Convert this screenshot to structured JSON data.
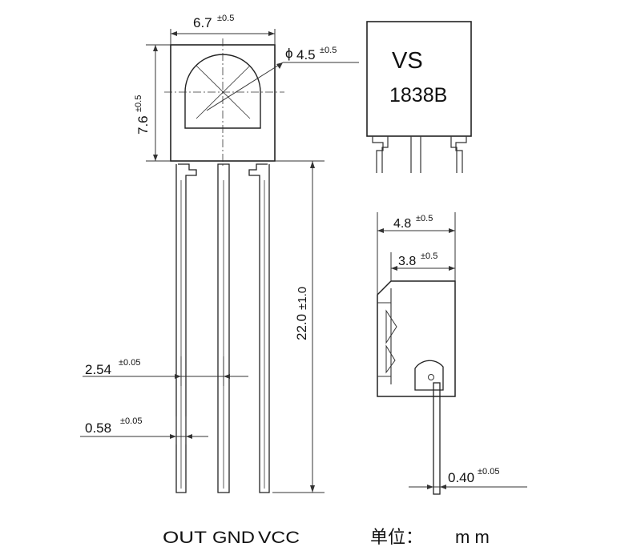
{
  "dimensions": {
    "width_label": "6.7",
    "width_tol": "±0.5",
    "height_label": "7.6",
    "height_tol": "±0.5",
    "lens_symbol": "ϕ",
    "lens_label": "4.5",
    "lens_tol": "±0.5",
    "lead_length_label": "22.0",
    "lead_length_tol": "±1.0",
    "pitch_label": "2.54",
    "pitch_tol": "±0.05",
    "lead_width_label": "0.58",
    "lead_width_tol": "±0.05",
    "side_depth_label": "4.8",
    "side_depth_tol": "±0.5",
    "side_inner_label": "3.8",
    "side_inner_tol": "±0.5",
    "lead_thickness_label": "0.40",
    "lead_thickness_tol": "±0.05"
  },
  "marking": {
    "line1": "VS",
    "line2": "1838B"
  },
  "pins": {
    "out": "OUT",
    "gnd": "GND",
    "vcc": "VCC"
  },
  "units": {
    "label": "单位：",
    "unit": "m m"
  }
}
